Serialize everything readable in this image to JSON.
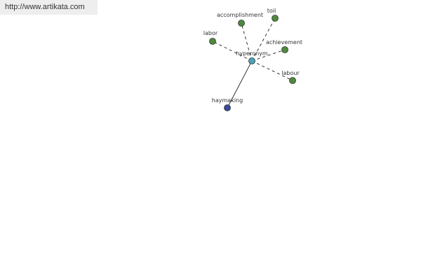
{
  "watermark": {
    "text": "http://www.artikata.com"
  },
  "graph": {
    "colors": {
      "center": "#4aa3b8",
      "related": "#4e8a3e",
      "source": "#3a4a9a",
      "edge": "#000000"
    },
    "center": {
      "label": "hyperonym"
    },
    "source": {
      "label": "haymaking"
    },
    "related": [
      {
        "label": "accomplishment"
      },
      {
        "label": "toil"
      },
      {
        "label": "labor"
      },
      {
        "label": "achievement"
      },
      {
        "label": "labour"
      }
    ]
  }
}
